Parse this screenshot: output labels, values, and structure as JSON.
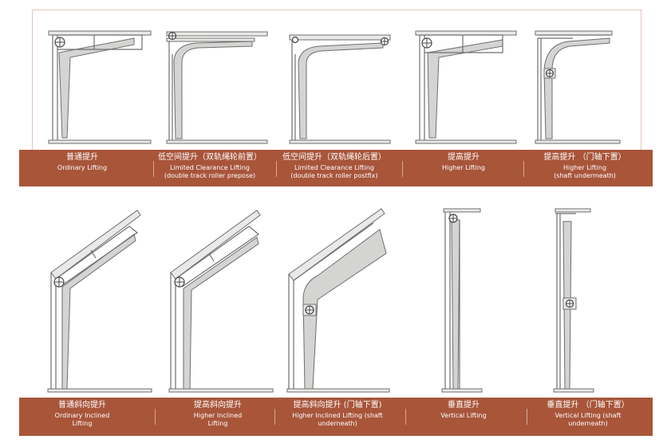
{
  "captions_top": [
    {
      "zh": "普通提升",
      "en": "Ordinary Lifting"
    },
    {
      "zh": "低空间提升（双轨绳轮前置）",
      "en": "Limited Clearance Lifting\n(double track roller prepose)"
    },
    {
      "zh": "低空间提升（双轨绳轮后置）",
      "en": "Limited Clearance Lifting\n(double track roller postfix)"
    },
    {
      "zh": "提高提升",
      "en": "Higher Lifting"
    },
    {
      "zh": "提高提升 （门轴下置）",
      "en": "Higher Lifting\n(shaft undermeath)"
    }
  ],
  "captions_bottom": [
    {
      "zh": "普通斜向提升",
      "en": "Ordinary Inclined\nLifting"
    },
    {
      "zh": "提高斜向提升",
      "en": "Higher Inclined\nLifting"
    },
    {
      "zh": "提高斜向提升 (门轴下置)",
      "en": "Higher Inclined Lifting (shaft\nunderneath)"
    },
    {
      "zh": "垂直提升",
      "en": "Vertical Lifting"
    },
    {
      "zh": "垂直提升 （门轴下置）",
      "en": "Vertical Lifting (shaft\nunderneath)"
    }
  ],
  "colors": {
    "band": "#a8553a",
    "band_text": "#ffffff",
    "line": "#6e6e6e",
    "panel": "#d4d4d2"
  }
}
